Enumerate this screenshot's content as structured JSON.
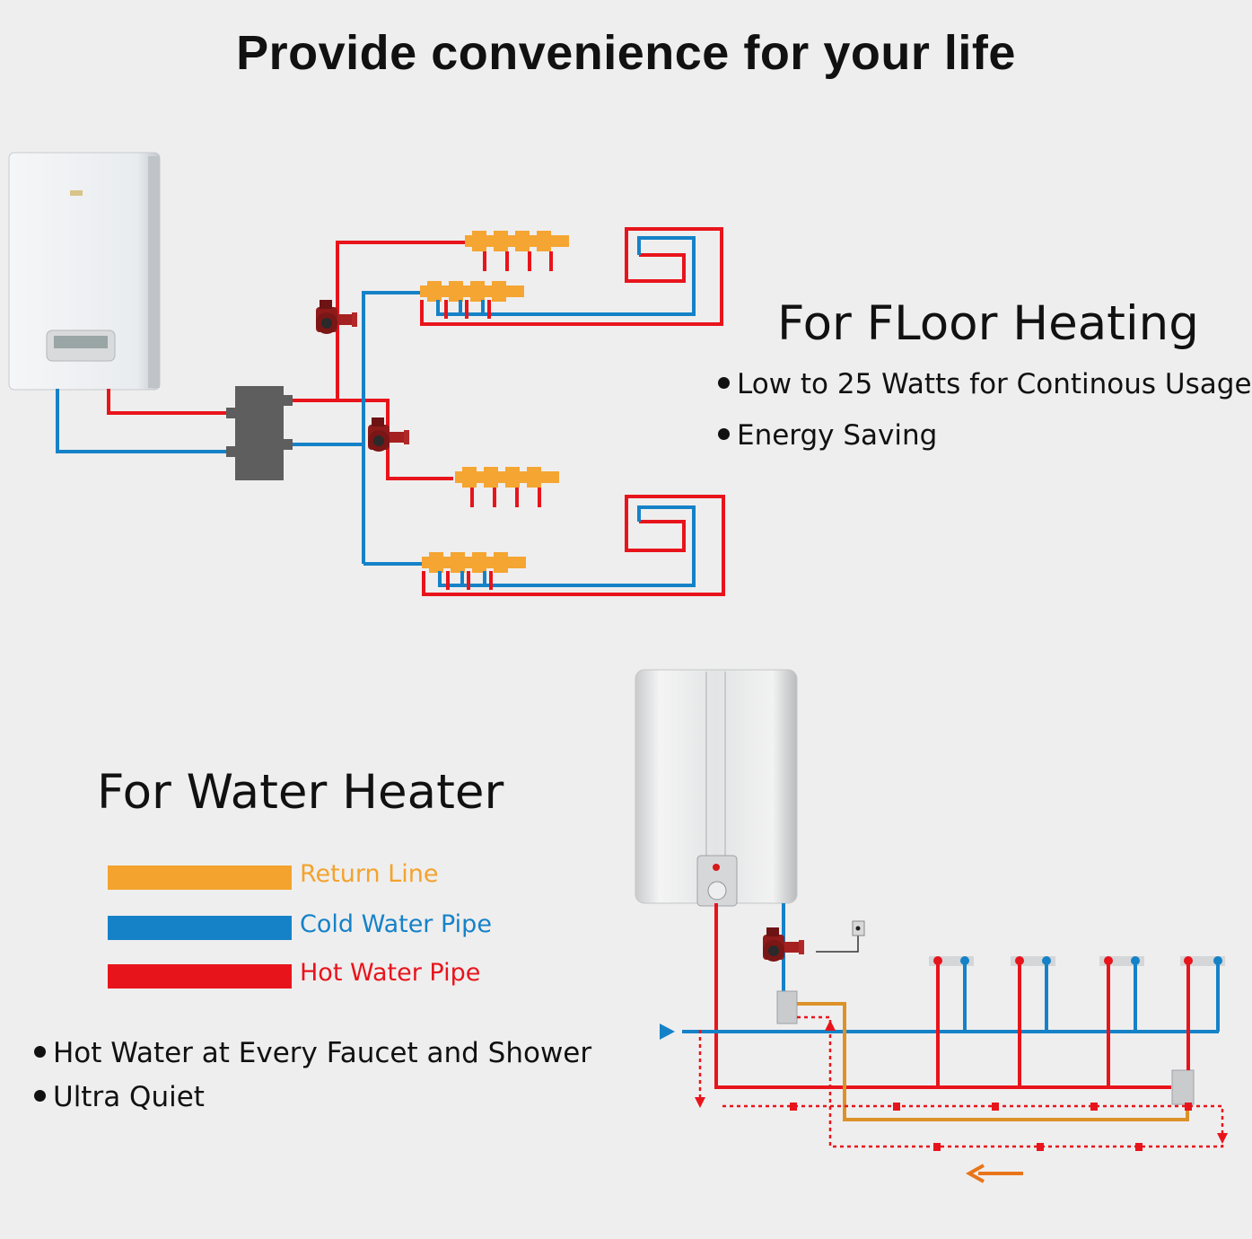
{
  "title": "Provide convenience for your life",
  "floor_heating": {
    "heading": "For FLoor Heating",
    "bullets": [
      "Low to 25 Watts for Continous Usage",
      "Energy Saving"
    ]
  },
  "water_heater": {
    "heading": "For Water Heater",
    "bullets": [
      "Hot Water at Every Faucet and Shower",
      "Ultra Quiet"
    ]
  },
  "legend": [
    {
      "label": "Return Line",
      "color": "#f3a32e"
    },
    {
      "label": "Cold Water Pipe",
      "color": "#1582c8"
    },
    {
      "label": "Hot Water Pipe",
      "color": "#e8141c"
    }
  ],
  "colors": {
    "hot": "#e8141c",
    "cold": "#1582c8",
    "return": "#f3a32e",
    "return_line_dark": "#dc9229",
    "manifold": "#f5a531",
    "hydraulic_separator": "#5e5e5e",
    "pump_body": "#8e1a1a"
  },
  "icons": [
    "boiler-icon",
    "water-tank-icon",
    "circulation-pump-icon",
    "manifold-icon",
    "flow-arrow-icon"
  ]
}
